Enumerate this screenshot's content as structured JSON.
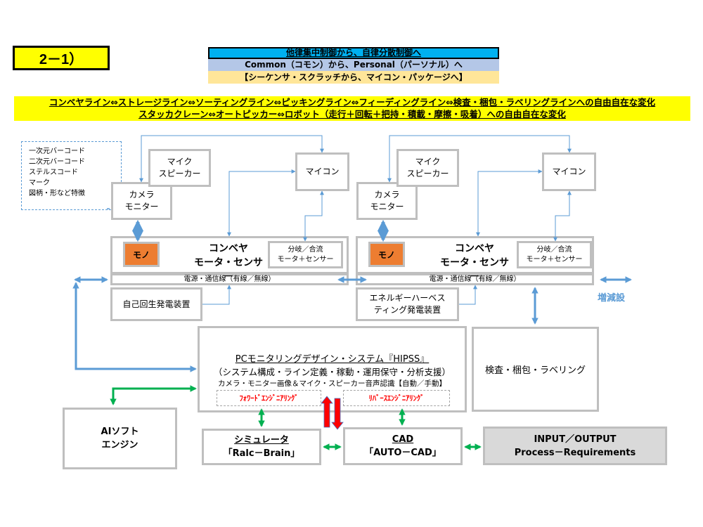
{
  "section_label": "2－1）",
  "headline": {
    "line1": "他律集中制御から、自律分散制御へ",
    "line2": "Common（コモン）から、Personal（パーソナル）へ",
    "line3": "【シーケンサ・スクラッチから、マイコン・パッケージへ】"
  },
  "banner": {
    "line1": "コンベヤライン⇔ストレージライン⇔ソーティングライン⇔ピッキングライン⇔フィーディングライン⇔検査・梱包・ラベリングラインへの自由自在な変化",
    "line2": "スタッカクレーン⇔オートピッカー⇔ロボット（走行＋回転＋把持・積載・摩擦・吸着）への自由自在な変化"
  },
  "code_list": [
    "一次元バーコード",
    "二次元バーコード",
    "ステルスコード",
    "マーク",
    "図柄・形など特徴"
  ],
  "units": [
    {
      "mic": [
        "マイク",
        "スピーカー"
      ],
      "camera": [
        "カメラ",
        "モニター"
      ],
      "micon": "マイコン",
      "item": "モノ",
      "conveyor": [
        "コンベヤ",
        "モータ・センサー"
      ],
      "branch": [
        "分岐／合流",
        "モータ＋センサー"
      ],
      "power_line": "電源・通信線（有線／無線）",
      "generator": [
        "自己回生発電装置"
      ]
    },
    {
      "mic": [
        "マイク",
        "スピーカー"
      ],
      "camera": [
        "カメラ",
        "モニター"
      ],
      "micon": "マイコン",
      "item": "モノ",
      "conveyor": [
        "コンベヤ",
        "モータ・センサー"
      ],
      "branch": [
        "分岐／合流",
        "モータ＋センサー"
      ],
      "power_line": "電源・通信線（有線／無線）",
      "generator": [
        "エネルギーハーベス",
        "ティング発電装置"
      ]
    }
  ],
  "expand_label": "増減設",
  "hipss": {
    "title": "PCモニタリングデザイン・システム『HIPSS』",
    "subtitle": "（システム構成・ライン定義・稼動・運用保守・分析支援）",
    "detail": "カメラ・モニター画像＆マイク・スピーカー音声認識【自動／手動】",
    "forward": "ﾌｫﾜｰﾄﾞｴﾝｼﾞﾆｱﾘﾝｸﾞ",
    "reverse": "ﾘﾊﾞｰｽｴﾝｼﾞﾆｱﾘﾝｸﾞ"
  },
  "inspection": "検査・梱包・ラベリング",
  "ai": [
    "AIソフト",
    "エンジン"
  ],
  "simulator": {
    "title": "シミュレータ",
    "name": "「Ralc－Brain」"
  },
  "cad": {
    "title": "CAD",
    "name": "「AUTO－CAD」"
  },
  "io": [
    "INPUT／OUTPUT",
    "Process－Requirements"
  ],
  "colors": {
    "yellow": "#ffff00",
    "cyan": "#00b0f0",
    "lavender": "#b4c7e7",
    "peach": "#ffe699",
    "orange": "#ed7d31",
    "blue_arrow": "#5b9bd5",
    "green_arrow": "#00b050",
    "red_arrow": "#ff0000",
    "box_border": "#bfbfbf",
    "io_fill": "#d9d9d9"
  }
}
